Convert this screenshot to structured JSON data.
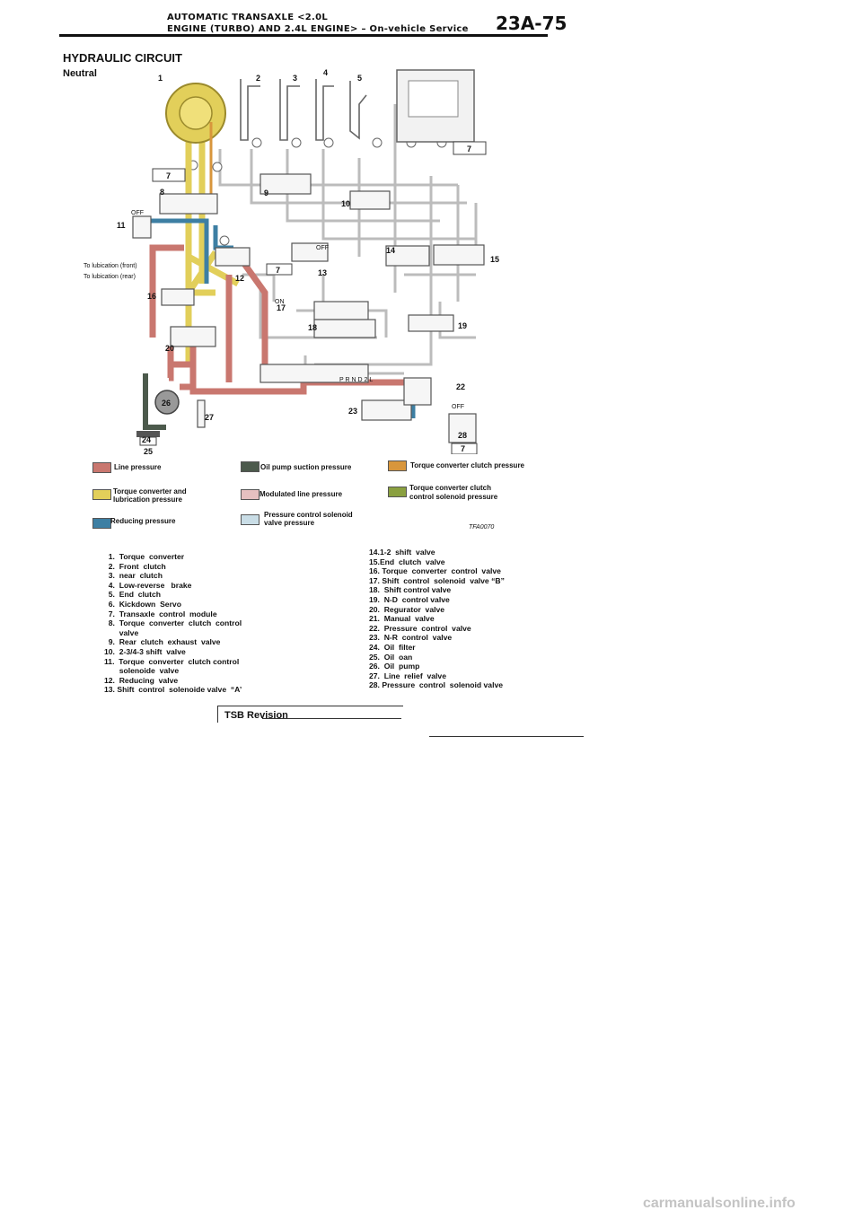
{
  "header": {
    "line1": "AUTOMATIC TRANSAXLE <2.0L",
    "line2": "ENGINE (TURBO) AND 2.4L ENGINE> – On-vehicle Service",
    "page_number": "23A-75"
  },
  "title": "HYDRAULIC CIRCUIT",
  "subtitle": "Neutral",
  "diagram": {
    "labels": {
      "to_front": "To lubication (front)",
      "to_rear": "To lubication (rear)",
      "off1": "OFF",
      "off2": "OFF",
      "off3": "OFF",
      "on": "ON",
      "range": "P R N D 2 L",
      "code": "TFA0070",
      "filter_num": "25"
    },
    "colors": {
      "line": "#c9776f",
      "suction": "#4c5a4c",
      "tcc": "#d8963c",
      "lube": "#e2cf5a",
      "modulated": "#e6c0c0",
      "tcc_solenoid": "#8aa040",
      "reducing": "#3d7fa3",
      "solenoid": "#c9dde6",
      "gray": "#bcbcbc"
    }
  },
  "legend": {
    "line": "Line pressure",
    "suction": "Oil pump suction pressure",
    "tcc": "Torque converter clutch pressure",
    "lube1": "Torque converter and",
    "lube2": "lubrication pressure",
    "modulated": "Modulated line pressure",
    "tcc_sol1": "Torque converter clutch",
    "tcc_sol2": "control solenoid pressure",
    "reducing": "Reducing pressure",
    "pcsv1": "Pressure control solenoid",
    "pcsv2": "valve pressure"
  },
  "parts_left": "  1.  Torque  converter\n  2.  Front  clutch\n  3.  near  clutch\n  4.  Low-reverse   brake\n  5.  End  clutch\n  6.  Kickdown  Servo\n  7.  Transaxle  control  module\n  8.  Torque  converter  clutch  control\n       valve\n  9.  Rear  clutch  exhaust  valve\n10.  2-3/4-3 shift  valve\n11.  Torque  converter  clutch control\n       solenoide  valve\n12.  Reducing  valve\n13. Shift  control  solenoide valve  “A’",
  "parts_right": "14.1-2  shift  valve\n15.End  clutch  valve\n16. Torque  converter  control  valve\n17. Shift  control  solenoid  valve “B”\n18.  Shift control valve\n19.  N-D  control valve\n20.  Regurator  valve\n21.  Manual  valve\n22.  Pressure  control  valve\n23.  N-R  control  valve\n24.  Oil  filter\n25.  Oil  oan\n26.  Oil  pump\n27.  Line  relief  valve\n28. Pressure  control  solenoid valve",
  "footer": {
    "tsb": "TSB Revision",
    "watermark": "carmanualsonline.info"
  }
}
